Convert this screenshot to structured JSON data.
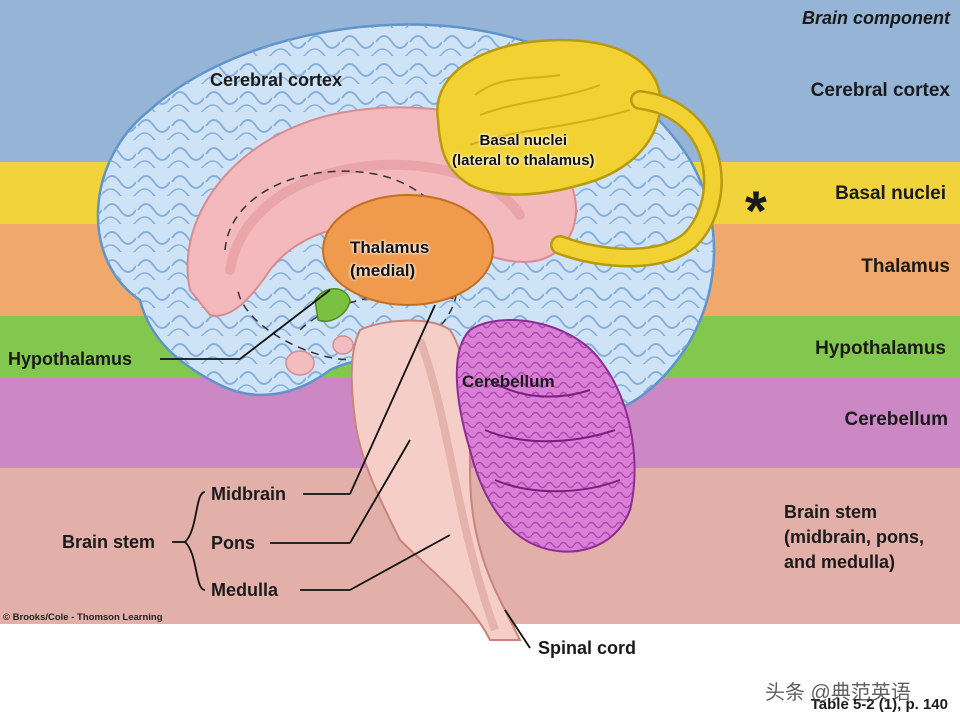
{
  "header": {
    "column_title": "Brain component"
  },
  "components": [
    {
      "id": "cortex",
      "label": "Cerebral cortex",
      "color": "#96b4d6"
    },
    {
      "id": "basal",
      "label": "Basal nuclei",
      "color": "#f1d43c"
    },
    {
      "id": "thalamus",
      "label": "Thalamus",
      "color": "#f0a86c"
    },
    {
      "id": "hypothalamus",
      "label": "Hypothalamus",
      "color": "#83c84e"
    },
    {
      "id": "cerebellum",
      "label": "Cerebellum",
      "color": "#cb88c4"
    },
    {
      "id": "brainstem",
      "label": "Brain stem\n(midbrain, pons,\nand medulla)",
      "color": "#e2b0a8"
    }
  ],
  "highlight_marker": "*",
  "diagram_labels": {
    "cerebral_cortex": "Cerebral cortex",
    "basal_nuclei": "Basal nuclei\n(lateral to thalamus)",
    "thalamus": "Thalamus\n(medial)",
    "hypothalamus": "Hypothalamus",
    "cerebellum": "Cerebellum",
    "midbrain": "Midbrain",
    "brain_stem": "Brain stem",
    "pons": "Pons",
    "medulla": "Medulla",
    "spinal_cord": "Spinal cord"
  },
  "copyright": "© Brooks/Cole - Thomson Learning",
  "reference": "Table 5-2 (1), p. 140",
  "watermark": "头条 @典范英语"
}
